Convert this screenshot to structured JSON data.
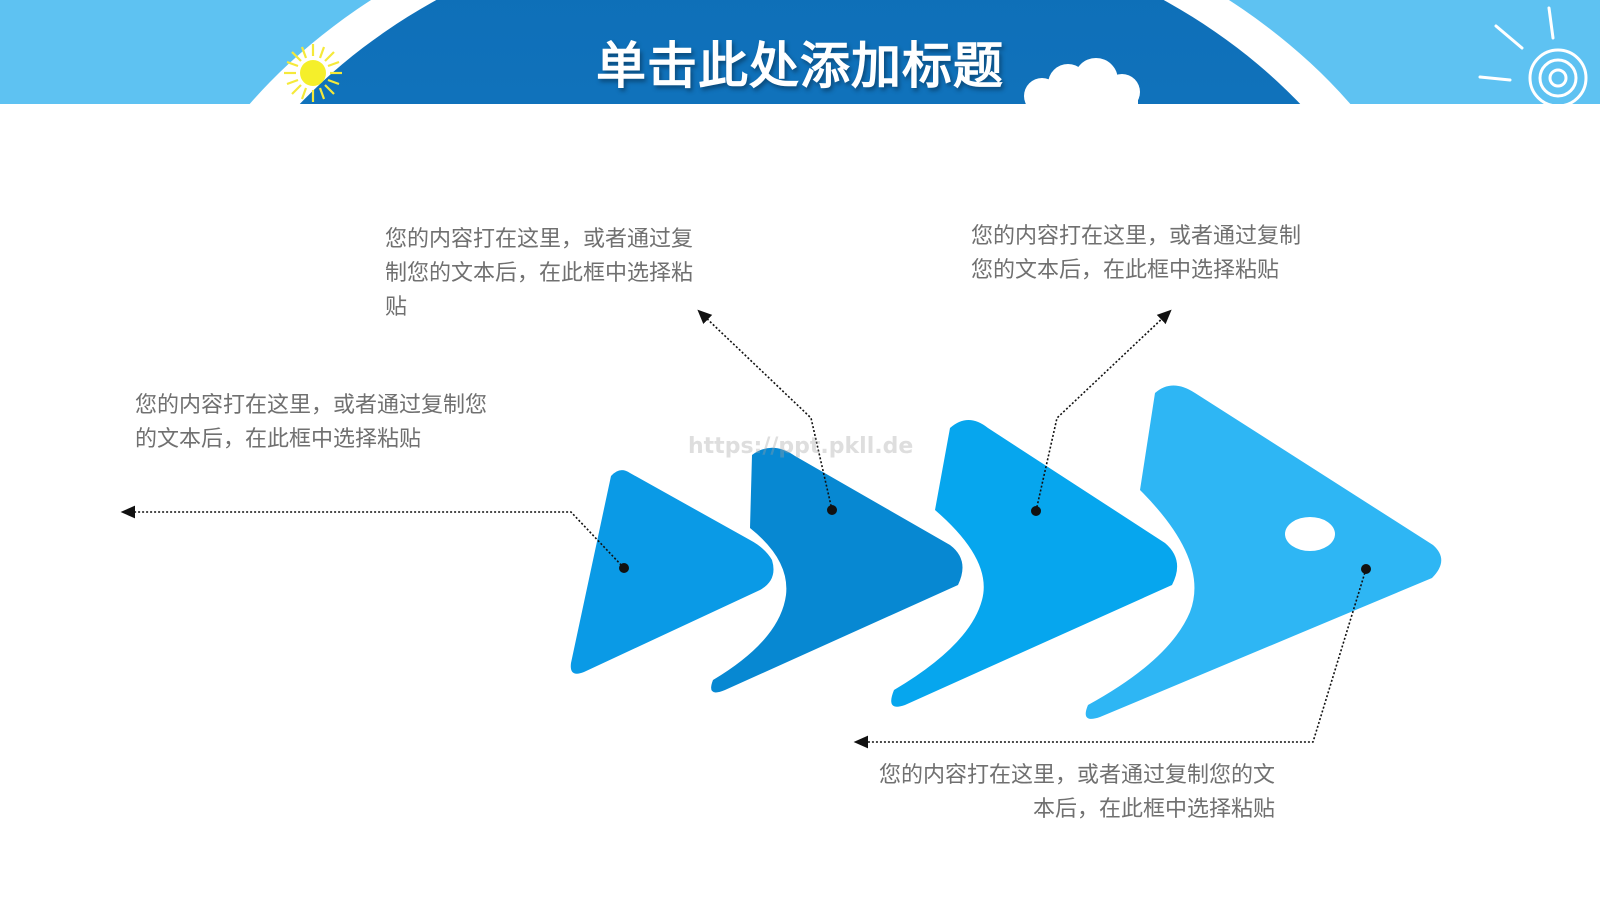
{
  "header": {
    "title": "单击此处添加标题",
    "icons": [
      "sun-icon",
      "cloud-icon",
      "swirl-sun-icon"
    ],
    "colors": {
      "sky": "#1578c2",
      "band": "#5ec2f2"
    }
  },
  "callouts": [
    {
      "text": "您的内容打在这里，或者通过复制您的文本后，在此框中选择粘贴"
    },
    {
      "text": "您的内容打在这里，或者通过复制您的文本后，在此框中选择粘贴"
    },
    {
      "text": "您的内容打在这里，或者通过复制您的文本后，在此框中选择粘贴"
    },
    {
      "text": "您的内容打在这里，或者通过复制您的文本后，在此框中选择粘贴"
    }
  ],
  "watermark": "https://ppt.pkll.de",
  "arrow_colors": [
    "#0a9ae6",
    "#0788d2",
    "#06a6ee",
    "#2eb6f4"
  ]
}
